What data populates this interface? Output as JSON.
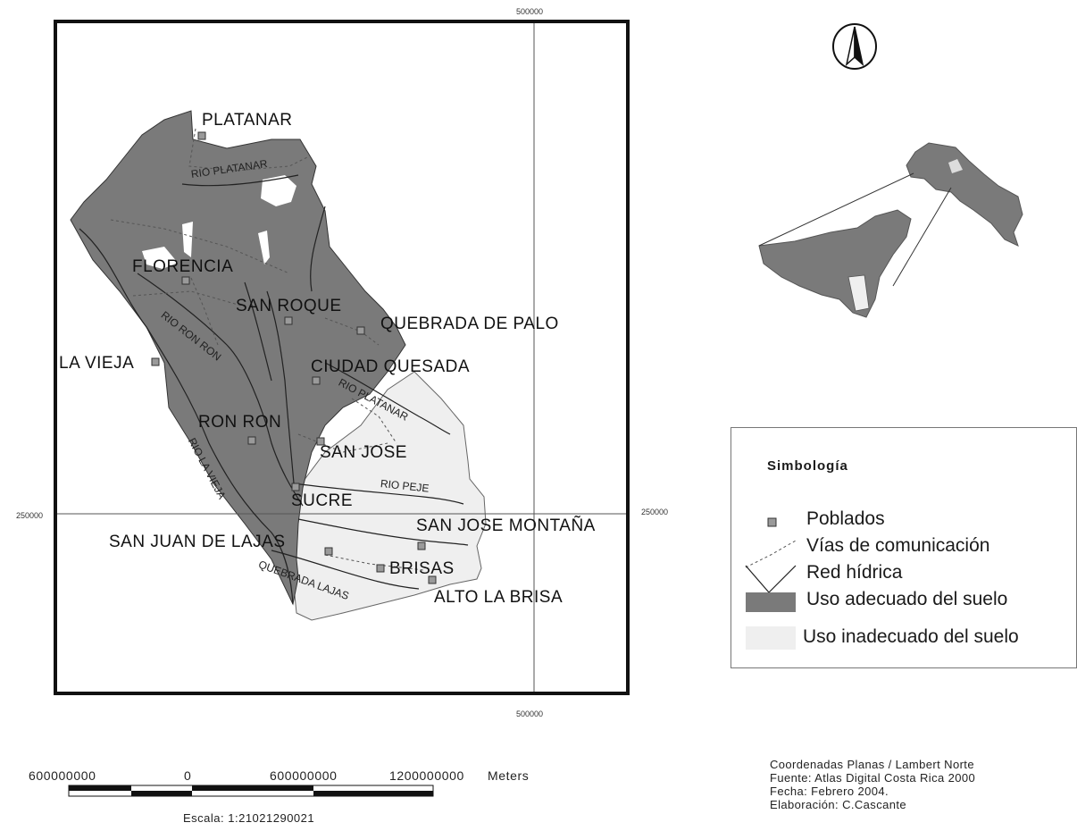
{
  "map": {
    "towns": [
      {
        "id": "platanar",
        "label": "PLATANAR"
      },
      {
        "id": "florencia",
        "label": "FLORENCIA"
      },
      {
        "id": "san-roque",
        "label": "SAN ROQUE"
      },
      {
        "id": "quebrada-de-palo",
        "label": "QUEBRADA DE PALO"
      },
      {
        "id": "la-vieja",
        "label": "LA VIEJA"
      },
      {
        "id": "ciudad-quesada",
        "label": "CIUDAD QUESADA"
      },
      {
        "id": "ron-ron",
        "label": "RON RON"
      },
      {
        "id": "san-jose",
        "label": "SAN JOSE"
      },
      {
        "id": "sucre",
        "label": "SUCRE"
      },
      {
        "id": "san-jose-montana",
        "label": "SAN JOSE MONTAÑA"
      },
      {
        "id": "san-juan-de-lajas",
        "label": "SAN JUAN DE LAJAS"
      },
      {
        "id": "brisas",
        "label": "BRISAS"
      },
      {
        "id": "alto-la-brisa",
        "label": "ALTO LA BRISA"
      }
    ],
    "rivers": [
      {
        "id": "rio-platanar-north",
        "label": "RIO PLATANAR"
      },
      {
        "id": "rio-ron-ron",
        "label": "RIO RON RON"
      },
      {
        "id": "rio-platanar-east",
        "label": "RIO PLATANAR"
      },
      {
        "id": "rio-la-vieja",
        "label": "RIO LA VIEJA"
      },
      {
        "id": "rio-peje",
        "label": "RIO PEJE"
      },
      {
        "id": "quebrada-lajas",
        "label": "QUEBRADA LAJAS"
      }
    ],
    "grid_labels": {
      "top_x": "500000",
      "bottom_x": "500000",
      "left_y": "250000",
      "right_y": "250000"
    },
    "colors": {
      "adequate_use": "#7a7a7a",
      "inadequate_use": "#efefef",
      "frame": "#111111"
    }
  },
  "north_arrow": {
    "icon": "north-arrow-icon"
  },
  "legend": {
    "title": "Simbología",
    "items": [
      {
        "icon": "settlement-square-icon",
        "label": "Poblados"
      },
      {
        "icon": "road-dashed-line-icon",
        "label": "Vías de comunicación"
      },
      {
        "icon": "river-line-icon",
        "label": "Red hídrica"
      },
      {
        "icon": "dark-gray-fill-icon",
        "label": "Uso adecuado del suelo"
      },
      {
        "icon": "light-gray-fill-icon",
        "label": "Uso inadecuado del suelo"
      }
    ]
  },
  "scale_bar": {
    "labels": [
      "600000000",
      "0",
      "600000000",
      "1200000000"
    ],
    "unit": "Meters",
    "caption": "Escala: 1:21021290021"
  },
  "metadata": {
    "lines": [
      "Coordenadas Planas / Lambert Norte",
      "Fuente: Atlas Digital Costa Rica 2000",
      "Fecha:  Febrero 2004.",
      "Elaboración:  C.Cascante"
    ]
  }
}
